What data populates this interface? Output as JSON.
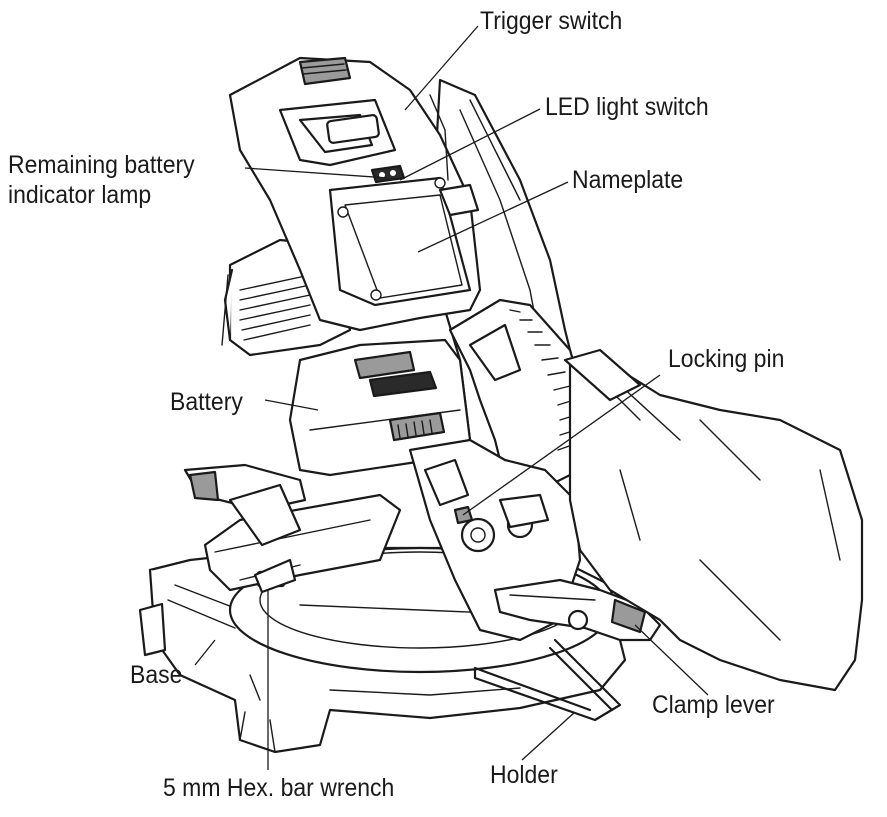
{
  "labels": {
    "trigger_switch": "Trigger switch",
    "led_light_switch": "LED light switch",
    "remaining_battery_line1": "Remaining battery",
    "remaining_battery_line2": "indicator lamp",
    "nameplate": "Nameplate",
    "locking_pin": "Locking pin",
    "battery": "Battery",
    "base": "Base",
    "clamp_lever": "Clamp lever",
    "holder": "Holder",
    "hex_wrench": "5 mm Hex. bar wrench"
  }
}
